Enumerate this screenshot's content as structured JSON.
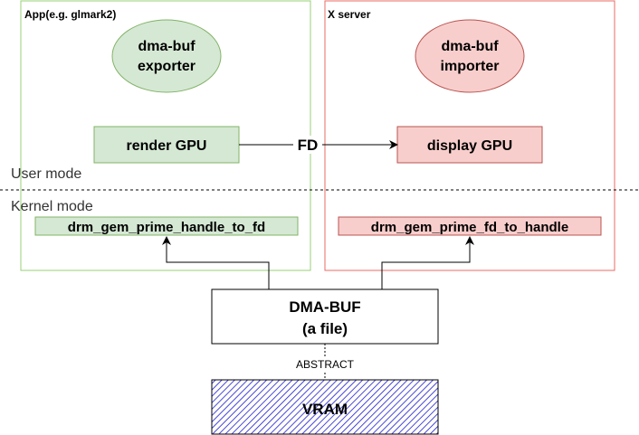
{
  "app_panel": {
    "label": "App(e.g. glmark2)"
  },
  "x_panel": {
    "label": "X server"
  },
  "exporter": {
    "line1": "dma-buf",
    "line2": "exporter"
  },
  "importer": {
    "line1": "dma-buf",
    "line2": "importer"
  },
  "render_gpu": {
    "label": "render GPU"
  },
  "display_gpu": {
    "label": "display GPU"
  },
  "fd_arrow": {
    "label": "FD"
  },
  "modes": {
    "user": "User mode",
    "kernel": "Kernel mode"
  },
  "handle_to_fd": {
    "label": "drm_gem_prime_handle_to_fd"
  },
  "fd_to_handle": {
    "label": "drm_gem_prime_fd_to_handle"
  },
  "dmabuf": {
    "line1": "DMA-BUF",
    "line2": "(a file)"
  },
  "abstract": {
    "label": "ABSTRACT"
  },
  "vram": {
    "label": "VRAM"
  },
  "colors": {
    "green_fill": "#d5e8d4",
    "green_stroke": "#82b366",
    "red_fill": "#f8cecc",
    "red_stroke": "#b85450",
    "panel_green": "#97d077",
    "panel_red": "#ea6b66",
    "vram_hatch": "#0000cc"
  }
}
